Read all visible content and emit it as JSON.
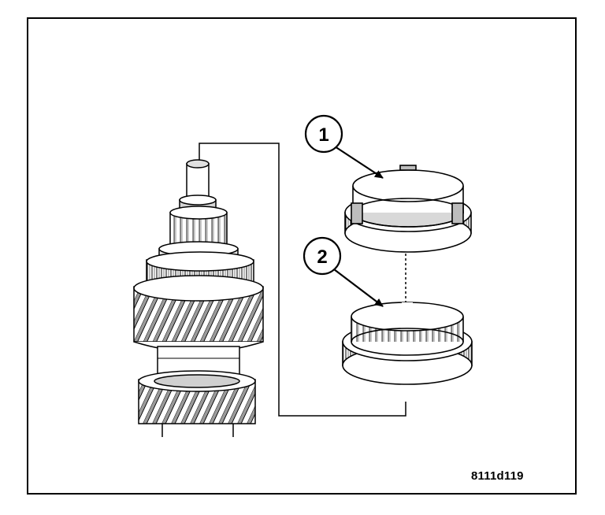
{
  "callouts": [
    {
      "label": "1"
    },
    {
      "label": "2"
    }
  ],
  "figure_id": "8111d119",
  "colors": {
    "line": "#000000",
    "paper": "#ffffff",
    "shade": "#bdbdbd",
    "shade_dark": "#8a8a8a"
  },
  "icons": [
    "mainshaft-gear-assembly",
    "synchro-ring-1",
    "synchro-ring-2",
    "leader-arrow"
  ]
}
